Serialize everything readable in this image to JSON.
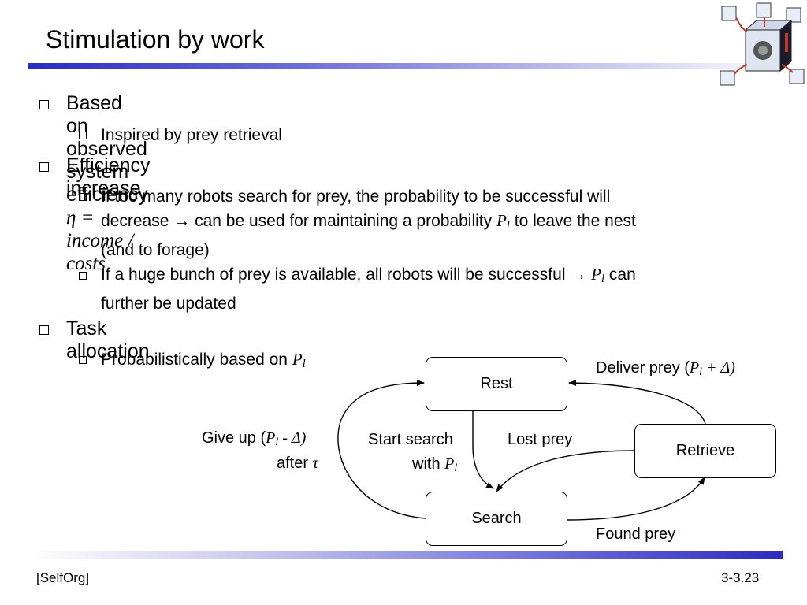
{
  "slide": {
    "title": "Stimulation by work",
    "footer_left": "[SelfOrg]",
    "footer_right": "3-3.23"
  },
  "bullets": {
    "b1_text": "Based on observed system efficiency ",
    "b1_formula": "η = income / costs",
    "b1_sub1": "Inspired by prey retrieval",
    "b2_text": "Efficiency increase",
    "b2_sub1_line1": "If too many robots search for prey, the probability to be successful will",
    "b2_sub1_line2a": "decrease ",
    "b2_sub1_line2b": " can be used for maintaining a probability ",
    "b2_sub1_line2c": " to leave the nest",
    "b2_sub1_line3": "(and to forage)",
    "b2_sub2_line1a": "If a huge bunch of prey is available, all robots will be successful ",
    "b2_sub2_line1b": " can",
    "b2_sub2_line2": "further be updated",
    "b3_text": "Task allocation",
    "b3_sub1": "Probabilistically based on "
  },
  "math": {
    "P": "P",
    "l": "l",
    "tau": "τ",
    "delta": "Δ",
    "arrow": "→"
  },
  "diagram": {
    "nodes": {
      "rest": "Rest",
      "search": "Search",
      "retrieve": "Retrieve"
    },
    "labels": {
      "deliver_prefix": "Deliver prey (",
      "deliver_suffix": " + Δ)",
      "giveup_prefix": "Give up (",
      "giveup_suffix": " - Δ)",
      "after": "after ",
      "start_search": "Start search",
      "with": "with ",
      "lost_prey": "Lost prey",
      "found_prey": "Found prey"
    }
  }
}
